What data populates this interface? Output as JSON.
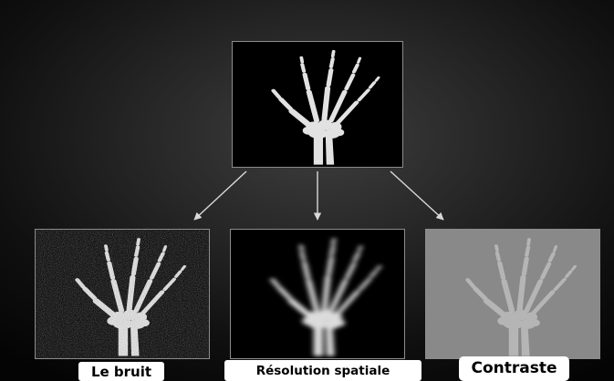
{
  "diagram": {
    "source_image": {
      "name": "hand-xray"
    },
    "branches": [
      {
        "id": "noise",
        "caption": "Le bruit"
      },
      {
        "id": "resolution",
        "caption": "Résolution spatiale"
      },
      {
        "id": "contrast",
        "caption": "Contraste"
      }
    ]
  },
  "colors": {
    "background": "#1c1c1c",
    "panel_border": "#8c8c8c",
    "arrow": "#d9d9d9",
    "bone": "#e2e2e2",
    "contrast_background": "#898989",
    "contrast_bone": "#b5b5b5",
    "caption_background": "#ffffff",
    "caption_text": "#000000"
  }
}
